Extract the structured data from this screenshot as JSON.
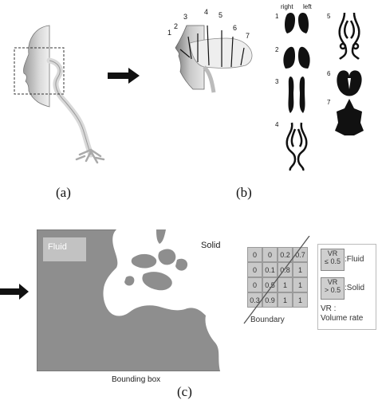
{
  "captions": {
    "a": "(a)",
    "b": "(b)",
    "c": "(c)"
  },
  "panel_b": {
    "section_numbers": [
      "1",
      "2",
      "3",
      "4",
      "5",
      "6",
      "7"
    ],
    "right_label": "right",
    "left_label": "left",
    "cross_section_numbers": [
      "1",
      "2",
      "3",
      "4",
      "5",
      "6",
      "7"
    ]
  },
  "panel_c": {
    "fluid_label": "Fluid",
    "solid_label": "Solid",
    "bounding_box_label": "Bounding box",
    "grid_values": [
      [
        "0",
        "0",
        "0.2",
        "0.7"
      ],
      [
        "0",
        "0.1",
        "0.8",
        "1"
      ],
      [
        "0",
        "0.5",
        "1",
        "1"
      ],
      [
        "0.3",
        "0.9",
        "1",
        "1"
      ]
    ],
    "boundary_label": "Boundary",
    "legend_fluid_box": "VR\n≤ 0.5",
    "legend_fluid_label": ":Fluid",
    "legend_solid_box": "VR\n> 0.5",
    "legend_solid_label": ":Solid",
    "vr_line1": "VR :",
    "vr_line2": "Volume rate"
  }
}
